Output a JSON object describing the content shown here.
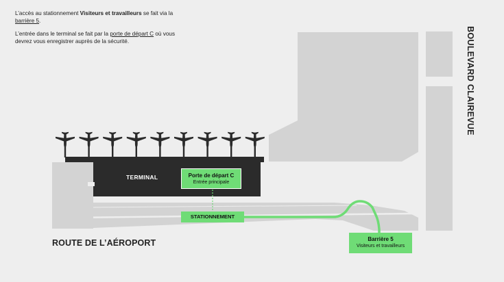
{
  "info": {
    "line1_pre": "L’accès au stationnement ",
    "line1_bold": "Visiteurs et travailleurs",
    "line1_post": " se fait via la ",
    "line1_link": "barrière 5",
    "line1_end": ".",
    "line2_pre": "L’entrée dans le terminal se fait par la ",
    "line2_link": "porte de départ C",
    "line2_post": " où vous devrez vous enregistrer auprès de la sécurité."
  },
  "labels": {
    "terminal": "TERMINAL",
    "road": "ROUTE DE L’AÉROPORT",
    "boulevard": "BOULEVARD CLAIREVUE"
  },
  "porte": {
    "title": "Porte de départ C",
    "subtitle": "Entrée principale"
  },
  "stationnement": {
    "title": "STATIONNEMENT"
  },
  "barriere": {
    "title": "Barrière 5",
    "subtitle": "Visiteurs et travailleurs"
  },
  "icons": {
    "airplane": "airplane-icon"
  },
  "colors": {
    "background": "#eeeeee",
    "building": "#d3d3d3",
    "terminal": "#2b2b2b",
    "route": "#6fdc76",
    "text": "#222222"
  }
}
